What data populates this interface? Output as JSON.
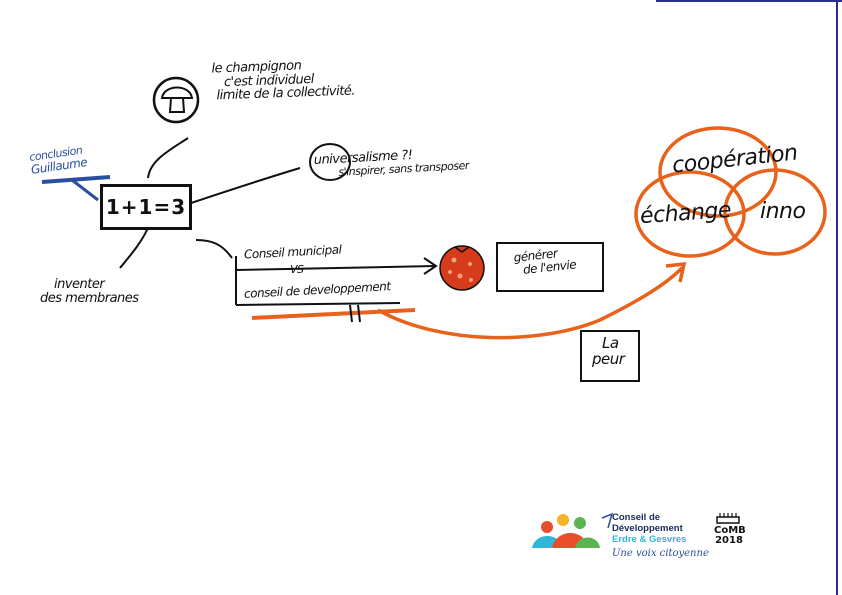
{
  "central": {
    "equation": "1+1=3"
  },
  "conclusion": {
    "line1": "conclusion",
    "line2": "Guillaume"
  },
  "branches": {
    "champignon": {
      "line1": "le champignon",
      "line2": "c'est individuel",
      "line3": "limite de la collectivité."
    },
    "universalisme": {
      "line1": "universalisme ?!",
      "line2": "s'inspirer, sans transposer"
    },
    "inventer": {
      "line1": "inventer",
      "line2": "des membranes"
    },
    "conseils": {
      "municipal": "Conseil municipal",
      "vs": "VS",
      "developpement": "conseil de developpement"
    }
  },
  "generer": {
    "line1": "générer",
    "line2": "de l'envie"
  },
  "peur": {
    "line1": "La",
    "line2": "peur"
  },
  "venn": {
    "top": "coopération",
    "left": "échange",
    "right": "inno"
  },
  "logo": {
    "line1": "Conseil de",
    "line2": "Développement",
    "line3": "Erdre & Gesvres",
    "tagline": "Une voix citoyenne"
  },
  "comb": {
    "line1": "CoMB",
    "line2": "2018"
  },
  "colors": {
    "orange": "#e8621c",
    "blue": "#2b4fa0",
    "ink": "#111111"
  }
}
